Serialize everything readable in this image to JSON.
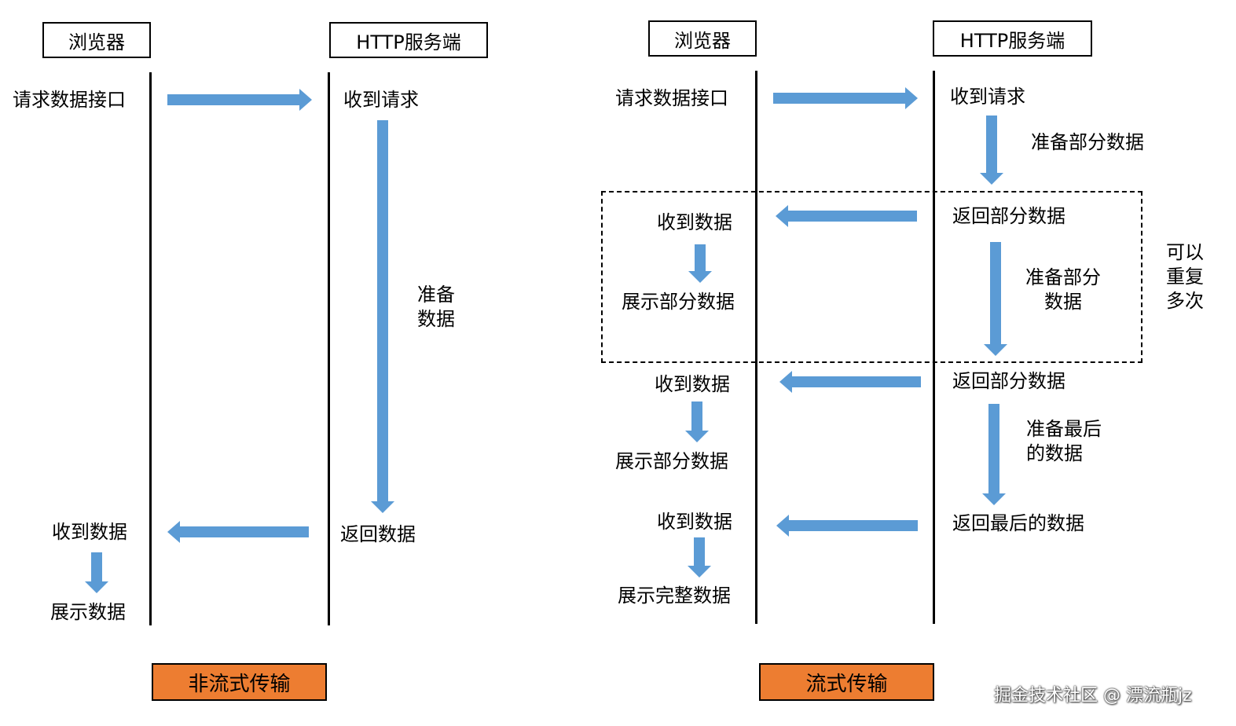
{
  "left": {
    "browser": "浏览器",
    "server": "HTTP服务端",
    "request": "请求数据接口",
    "received_request": "收到请求",
    "prepare_data": "准备\n数据",
    "return_data": "返回数据",
    "received_data": "收到数据",
    "show_data": "展示数据",
    "caption": "非流式传输"
  },
  "right": {
    "browser": "浏览器",
    "server": "HTTP服务端",
    "request": "请求数据接口",
    "received_request": "收到请求",
    "prepare_partial_1": "准备部分数据",
    "return_partial_1": "返回部分数据",
    "received_data_1": "收到数据",
    "show_partial_1": "展示部分数据",
    "prepare_partial_2": "准备部分\n数据",
    "repeat_note": "可以\n重复\n多次",
    "return_partial_2": "返回部分数据",
    "received_data_2": "收到数据",
    "show_partial_2": "展示部分数据",
    "prepare_last": "准备最后\n的数据",
    "return_last": "返回最后的数据",
    "received_data_3": "收到数据",
    "show_complete": "展示完整数据",
    "caption": "流式传输"
  },
  "watermark": "掘金技术社区 @ 漂流瓶jz",
  "colors": {
    "arrow": "#5B9BD5",
    "caption_bg": "#ED7D31"
  }
}
